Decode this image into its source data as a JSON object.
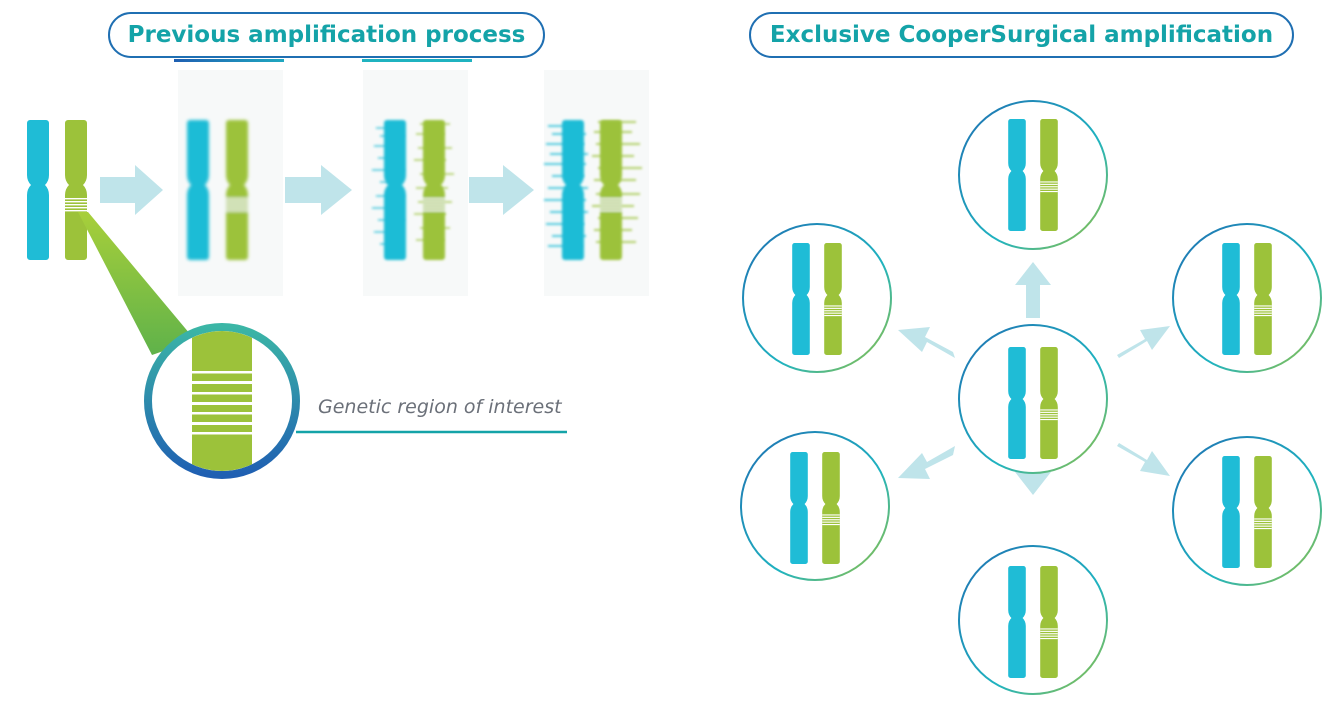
{
  "left_panel": {
    "title": "Previous amplification process",
    "region_label": "Genetic region of interest"
  },
  "right_panel": {
    "title": "Exclusive CooperSurgical amplification"
  },
  "colors": {
    "chromosome_blue": "#1fbcd6",
    "chromosome_green": "#9cc23a",
    "arrow": "#bfe4ea",
    "circle_border_start": "#1f6fb2",
    "circle_border_end": "#8fc43e",
    "title_text": "#14a3a8",
    "label_text": "#6b7079"
  }
}
